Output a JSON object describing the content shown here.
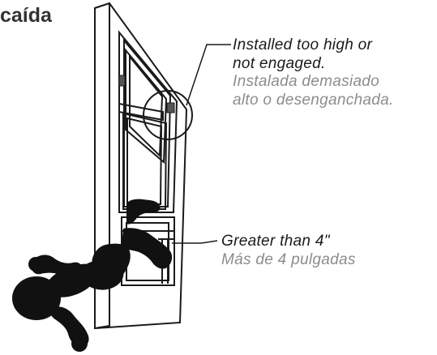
{
  "title": "caída",
  "callouts": {
    "guard": {
      "en_line1": "Installed too high or",
      "en_line2": "not engaged.",
      "es_line1": "Instalada demasiado",
      "es_line2": "alto o desenganchada."
    },
    "opening": {
      "en": "Greater than 4\"",
      "es": "Más de 4 pulgadas"
    }
  },
  "colors": {
    "ink": "#1a1a1a",
    "english_text": "#1a1a1a",
    "spanish_text": "#8c8c8c",
    "window_guard": "#555555",
    "title": "#333333"
  },
  "icons": [
    "window-illustration",
    "child-silhouette",
    "window-guard-icon",
    "highlight-circle"
  ]
}
